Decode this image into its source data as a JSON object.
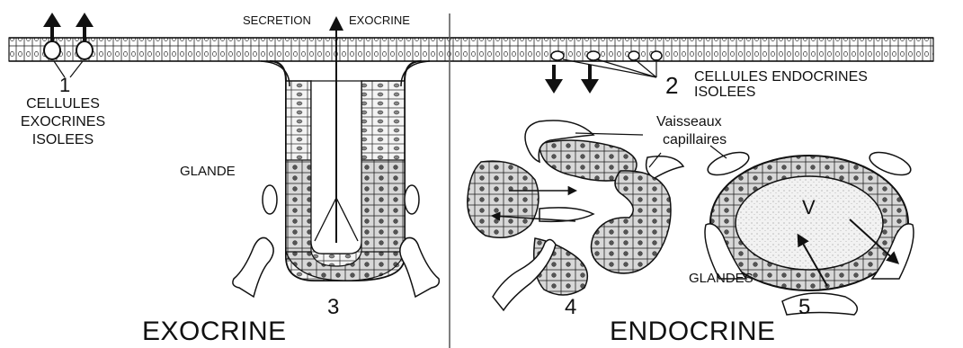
{
  "labels": {
    "secretion": "SECRETION",
    "exocrine_top": "EXOCRINE",
    "num1": "1",
    "cellules": "CELLULES",
    "exocrines": "EXOCRINES",
    "isolees_left": "ISOLEES",
    "glande": "GLANDE",
    "num3": "3",
    "exocrine_title": "EXOCRINE",
    "num2": "2",
    "cellules_endocrines": "CELLULES ENDOCRINES",
    "isolees_right": "ISOLEES",
    "vaisseaux": "Vaisseaux",
    "capillaires": "capillaires",
    "v": "V",
    "glandes": "GLANDES",
    "num4": "4",
    "num5": "5",
    "endocrine_title": "ENDOCRINE"
  },
  "colors": {
    "ink": "#111111",
    "background": "#ffffff",
    "divider": "#555555",
    "lumen": "#eeeeee"
  },
  "icons": [
    "arrow-up-icon",
    "arrow-down-icon"
  ]
}
